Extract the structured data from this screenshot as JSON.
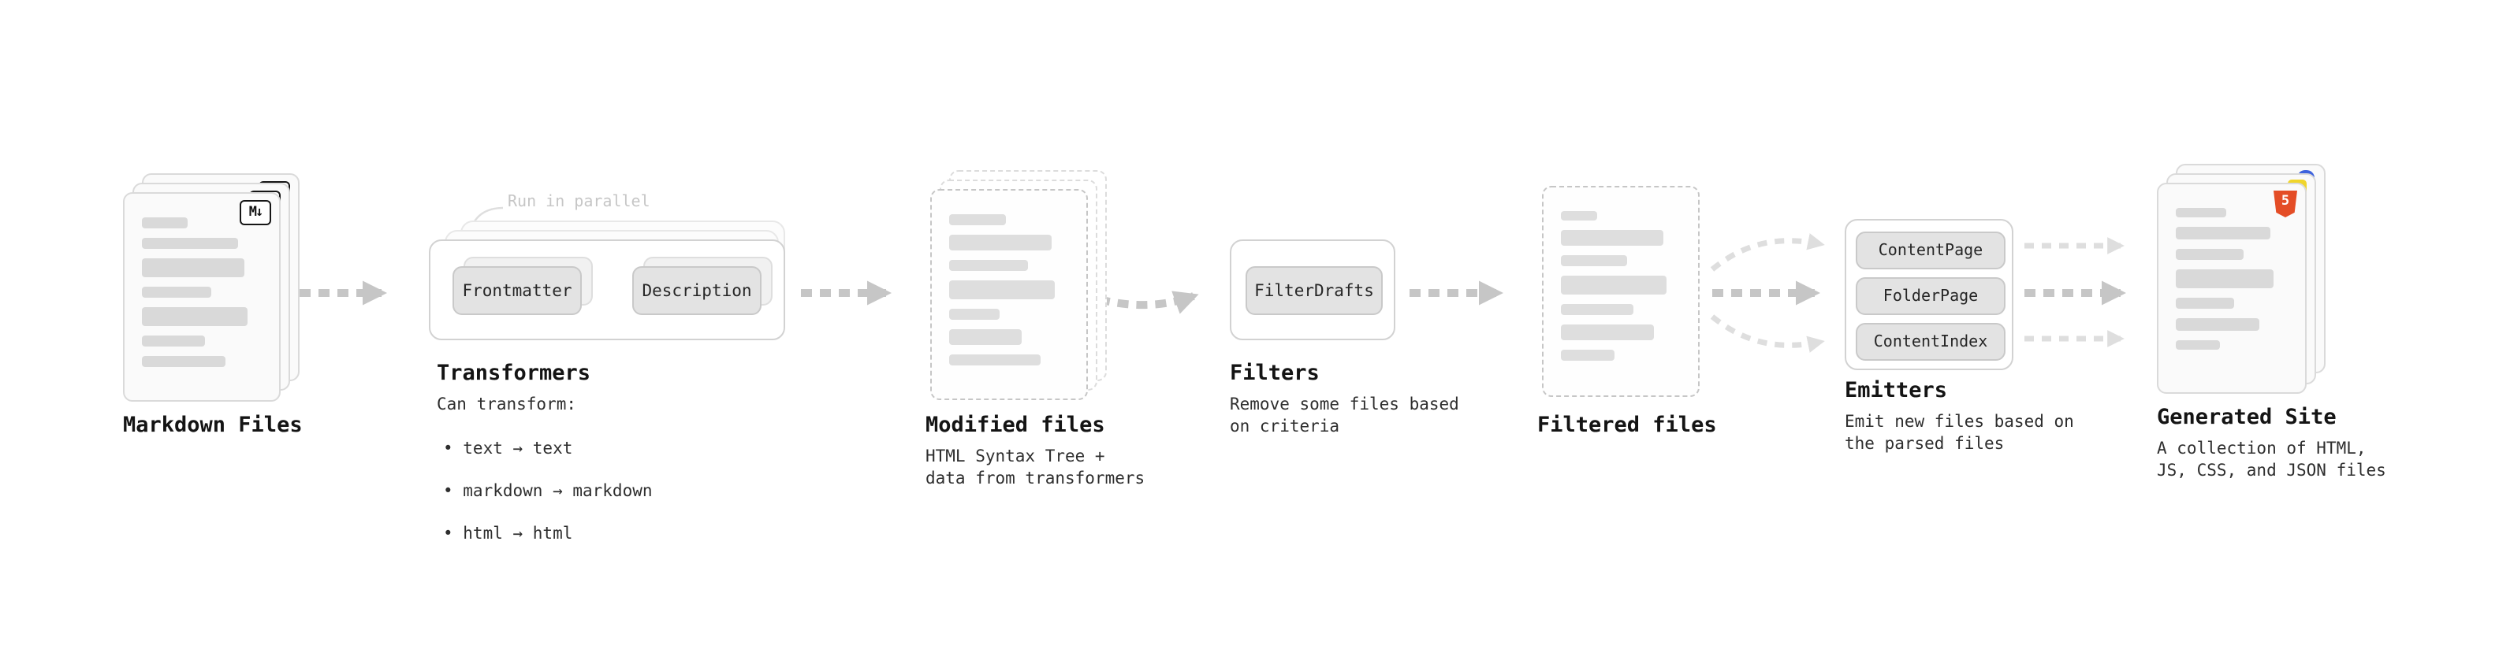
{
  "stages": {
    "markdown_files": {
      "label": "Markdown Files",
      "badge": "M↓"
    },
    "transformers": {
      "label": "Transformers",
      "annotation": "Run in parallel",
      "box1": "Frontmatter",
      "box2": "Description",
      "caption_title": "Can transform:",
      "bullets": [
        "• text → text",
        "• markdown → markdown",
        "• html → html"
      ]
    },
    "modified_files": {
      "label": "Modified files",
      "caption": "HTML Syntax Tree +\ndata from transformers"
    },
    "filters": {
      "label": "Filters",
      "box": "FilterDrafts",
      "caption": "Remove some files based\non criteria"
    },
    "filtered_files": {
      "label": "Filtered files"
    },
    "emitters": {
      "label": "Emitters",
      "boxes": [
        "ContentPage",
        "FolderPage",
        "ContentIndex"
      ],
      "caption": "Emit new files based on\nthe parsed files"
    },
    "generated_site": {
      "label": "Generated Site",
      "badge": "5",
      "caption": "A collection of HTML,\nJS, CSS, and JSON files"
    }
  },
  "colors": {
    "arrow": "#c6c6c6",
    "arrow_light": "#dedede",
    "html5_badge": "#e44d26",
    "js_badge": "#f0d52c",
    "css_badge": "#3e63dd"
  }
}
